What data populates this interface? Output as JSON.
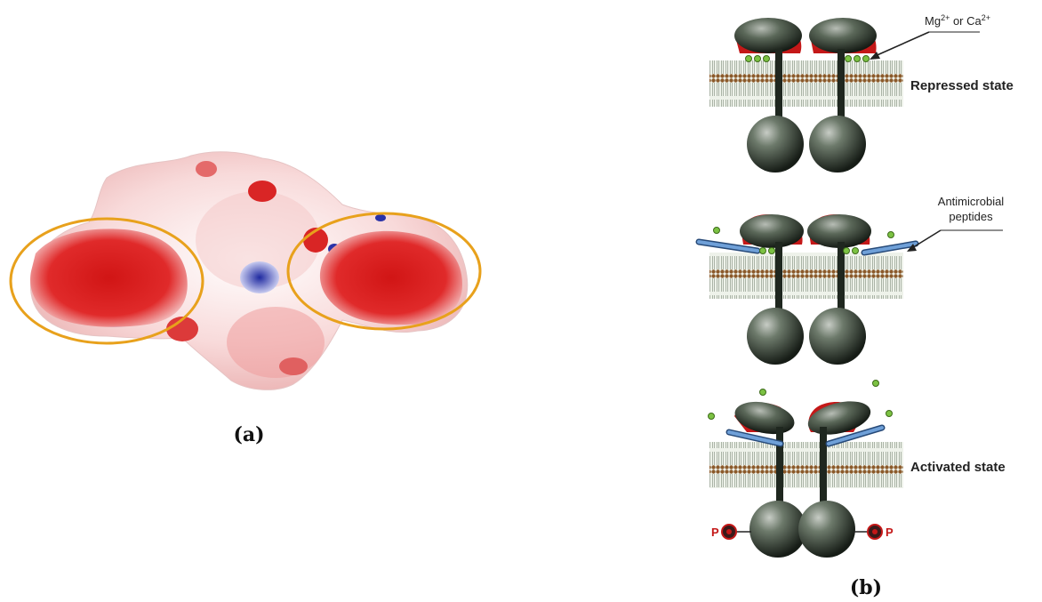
{
  "panel_a": {
    "caption": "(a)",
    "colors": {
      "negative": "#d81e1e",
      "neutral": "#ffffff",
      "positive": "#2a32a8",
      "highlight": "#e8a11c"
    }
  },
  "panel_b": {
    "caption": "(b)",
    "ion_label_base": "Mg",
    "ion_label_sup1": "2+",
    "ion_label_mid": " or Ca",
    "ion_label_sup2": "2+",
    "peptide_label_line1": "Antimicrobial",
    "peptide_label_line2": "peptides",
    "state_repressed": "Repressed state",
    "state_activated": "Activated state",
    "phospho_label": "P",
    "colors": {
      "domain": "#3d4a3c",
      "acidic_patch": "#c41818",
      "ion": "#7cc243",
      "peptide": "#4f86c6",
      "lipid_head": "#8b5a2b"
    }
  }
}
